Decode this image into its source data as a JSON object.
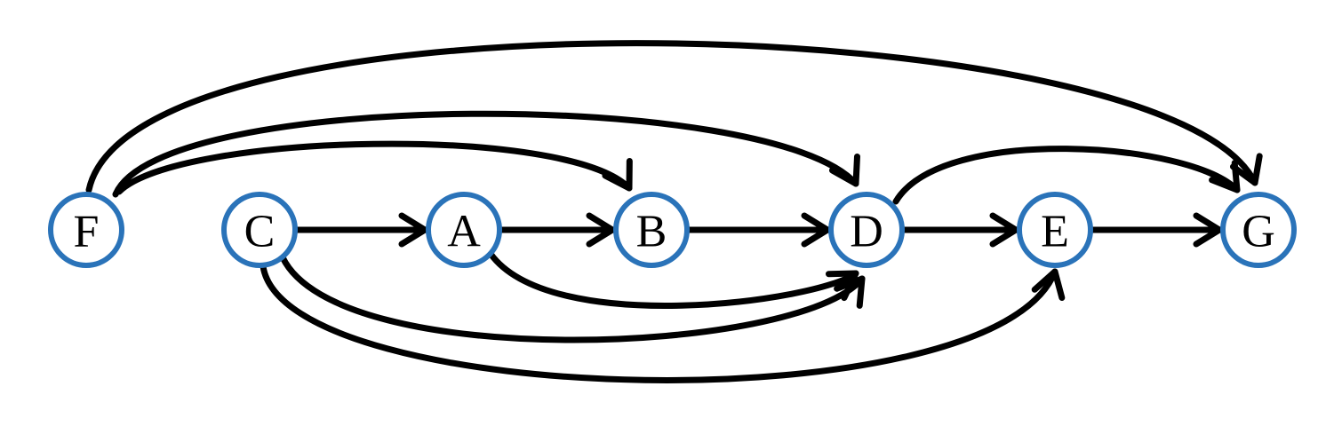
{
  "diagram": {
    "type": "directed-graph",
    "colors": {
      "node_border": "#2a73b9",
      "node_fill": "#ffffff",
      "edge": "#000000",
      "label": "#000000"
    },
    "nodes": [
      {
        "id": "F",
        "label": "F"
      },
      {
        "id": "C",
        "label": "C"
      },
      {
        "id": "A",
        "label": "A"
      },
      {
        "id": "B",
        "label": "B"
      },
      {
        "id": "D",
        "label": "D"
      },
      {
        "id": "E",
        "label": "E"
      },
      {
        "id": "G",
        "label": "G"
      }
    ],
    "edges": [
      {
        "from": "C",
        "to": "A"
      },
      {
        "from": "A",
        "to": "B"
      },
      {
        "from": "B",
        "to": "D"
      },
      {
        "from": "D",
        "to": "E"
      },
      {
        "from": "E",
        "to": "G"
      },
      {
        "from": "F",
        "to": "B"
      },
      {
        "from": "F",
        "to": "D"
      },
      {
        "from": "F",
        "to": "G"
      },
      {
        "from": "D",
        "to": "G"
      },
      {
        "from": "A",
        "to": "D"
      },
      {
        "from": "C",
        "to": "D"
      },
      {
        "from": "C",
        "to": "E"
      }
    ]
  }
}
